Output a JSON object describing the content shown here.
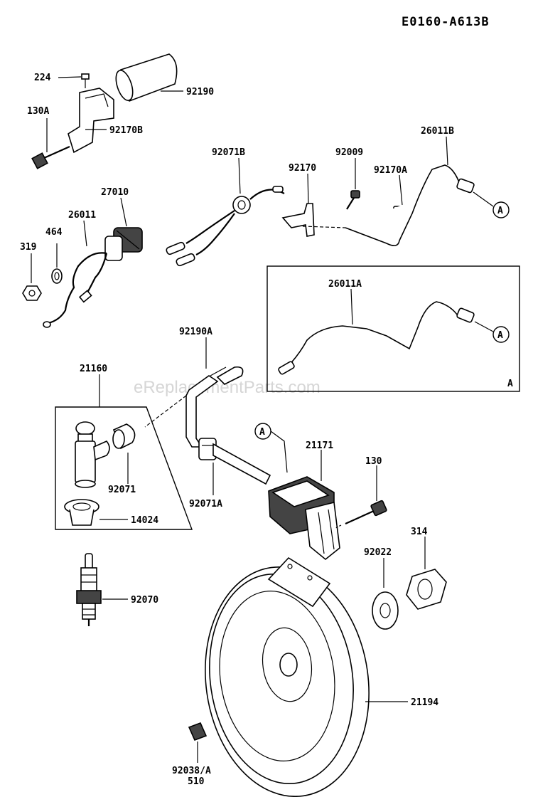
{
  "header": {
    "code": "E0160-A613B"
  },
  "watermark": "eReplacementParts.com",
  "parts": [
    {
      "id": "224",
      "label": "224"
    },
    {
      "id": "92190",
      "label": "92190"
    },
    {
      "id": "130A",
      "label": "130A"
    },
    {
      "id": "92170B",
      "label": "92170B"
    },
    {
      "id": "27010",
      "label": "27010"
    },
    {
      "id": "26011",
      "label": "26011"
    },
    {
      "id": "464",
      "label": "464"
    },
    {
      "id": "319",
      "label": "319"
    },
    {
      "id": "92071B",
      "label": "92071B"
    },
    {
      "id": "92009",
      "label": "92009"
    },
    {
      "id": "92170",
      "label": "92170"
    },
    {
      "id": "92170A",
      "label": "92170A"
    },
    {
      "id": "26011B",
      "label": "26011B"
    },
    {
      "id": "26011A",
      "label": "26011A"
    },
    {
      "id": "92190A",
      "label": "92190A"
    },
    {
      "id": "21160",
      "label": "21160"
    },
    {
      "id": "92071",
      "label": "92071"
    },
    {
      "id": "92071A",
      "label": "92071A"
    },
    {
      "id": "21171",
      "label": "21171"
    },
    {
      "id": "130",
      "label": "130"
    },
    {
      "id": "14024",
      "label": "14024"
    },
    {
      "id": "314",
      "label": "314"
    },
    {
      "id": "92022",
      "label": "92022"
    },
    {
      "id": "92070",
      "label": "92070"
    },
    {
      "id": "21194",
      "label": "21194"
    },
    {
      "id": "92038A",
      "label": "92038/A"
    },
    {
      "id": "510",
      "label": "510"
    }
  ],
  "refs": {
    "letter": "A",
    "inset_corner": "A"
  }
}
